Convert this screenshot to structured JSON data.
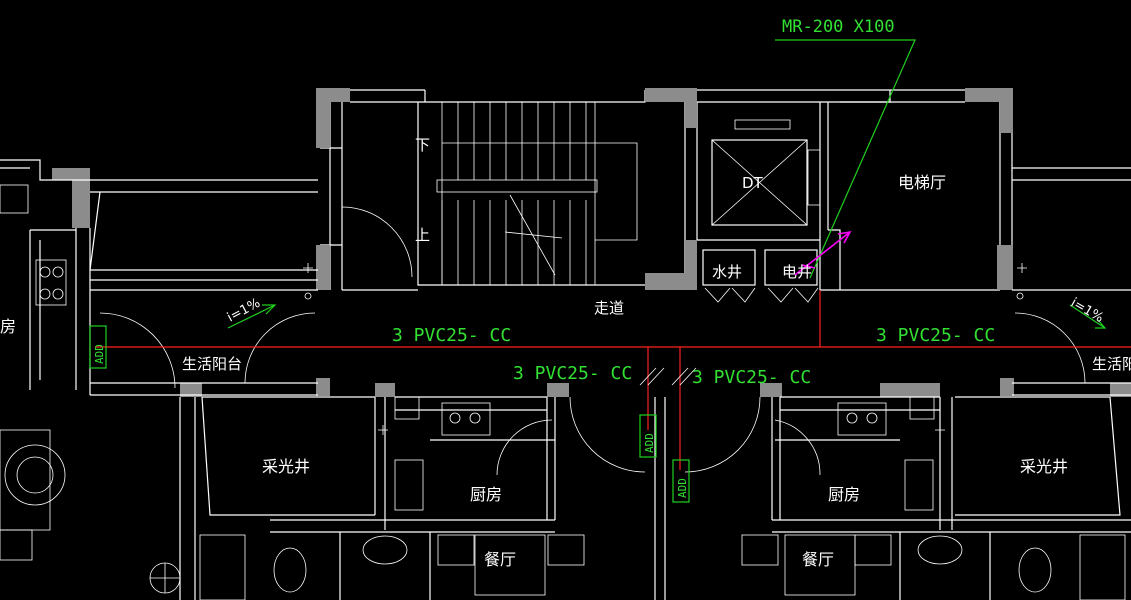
{
  "duct_callout": "MR-200 X100",
  "pipe_labels": {
    "left": "3 PVC25- CC",
    "right": "3 PVC25- CC",
    "center_left": "3 PVC25- CC",
    "center_right": "3 PVC25- CC"
  },
  "device_labels": {
    "left": "ADD",
    "center_1": "ADD",
    "center_2": "ADD"
  },
  "slope_labels": {
    "left": "i=1%",
    "right": "i=1%"
  },
  "room_labels": {
    "stair_down": "下",
    "stair_up": "上",
    "elevator": "DT",
    "elevator_hall": "电梯厅",
    "corridor": "走道",
    "water_shaft": "水井",
    "electric_shaft": "电井",
    "balcony_left": "生活阳台",
    "balcony_right": "生活阳",
    "lightwell_left": "采光井",
    "lightwell_right": "采光井",
    "kitchen_left": "厨房",
    "kitchen_right": "厨房",
    "dining_left": "餐厅",
    "dining_right": "餐厅",
    "room_far_left": "房"
  },
  "colors": {
    "background": "#000000",
    "wall": "#ffffff",
    "column": "#8c8c8c",
    "annotation": "#32e032",
    "wiring": "#ff2020",
    "marker": "#ff00ff"
  }
}
